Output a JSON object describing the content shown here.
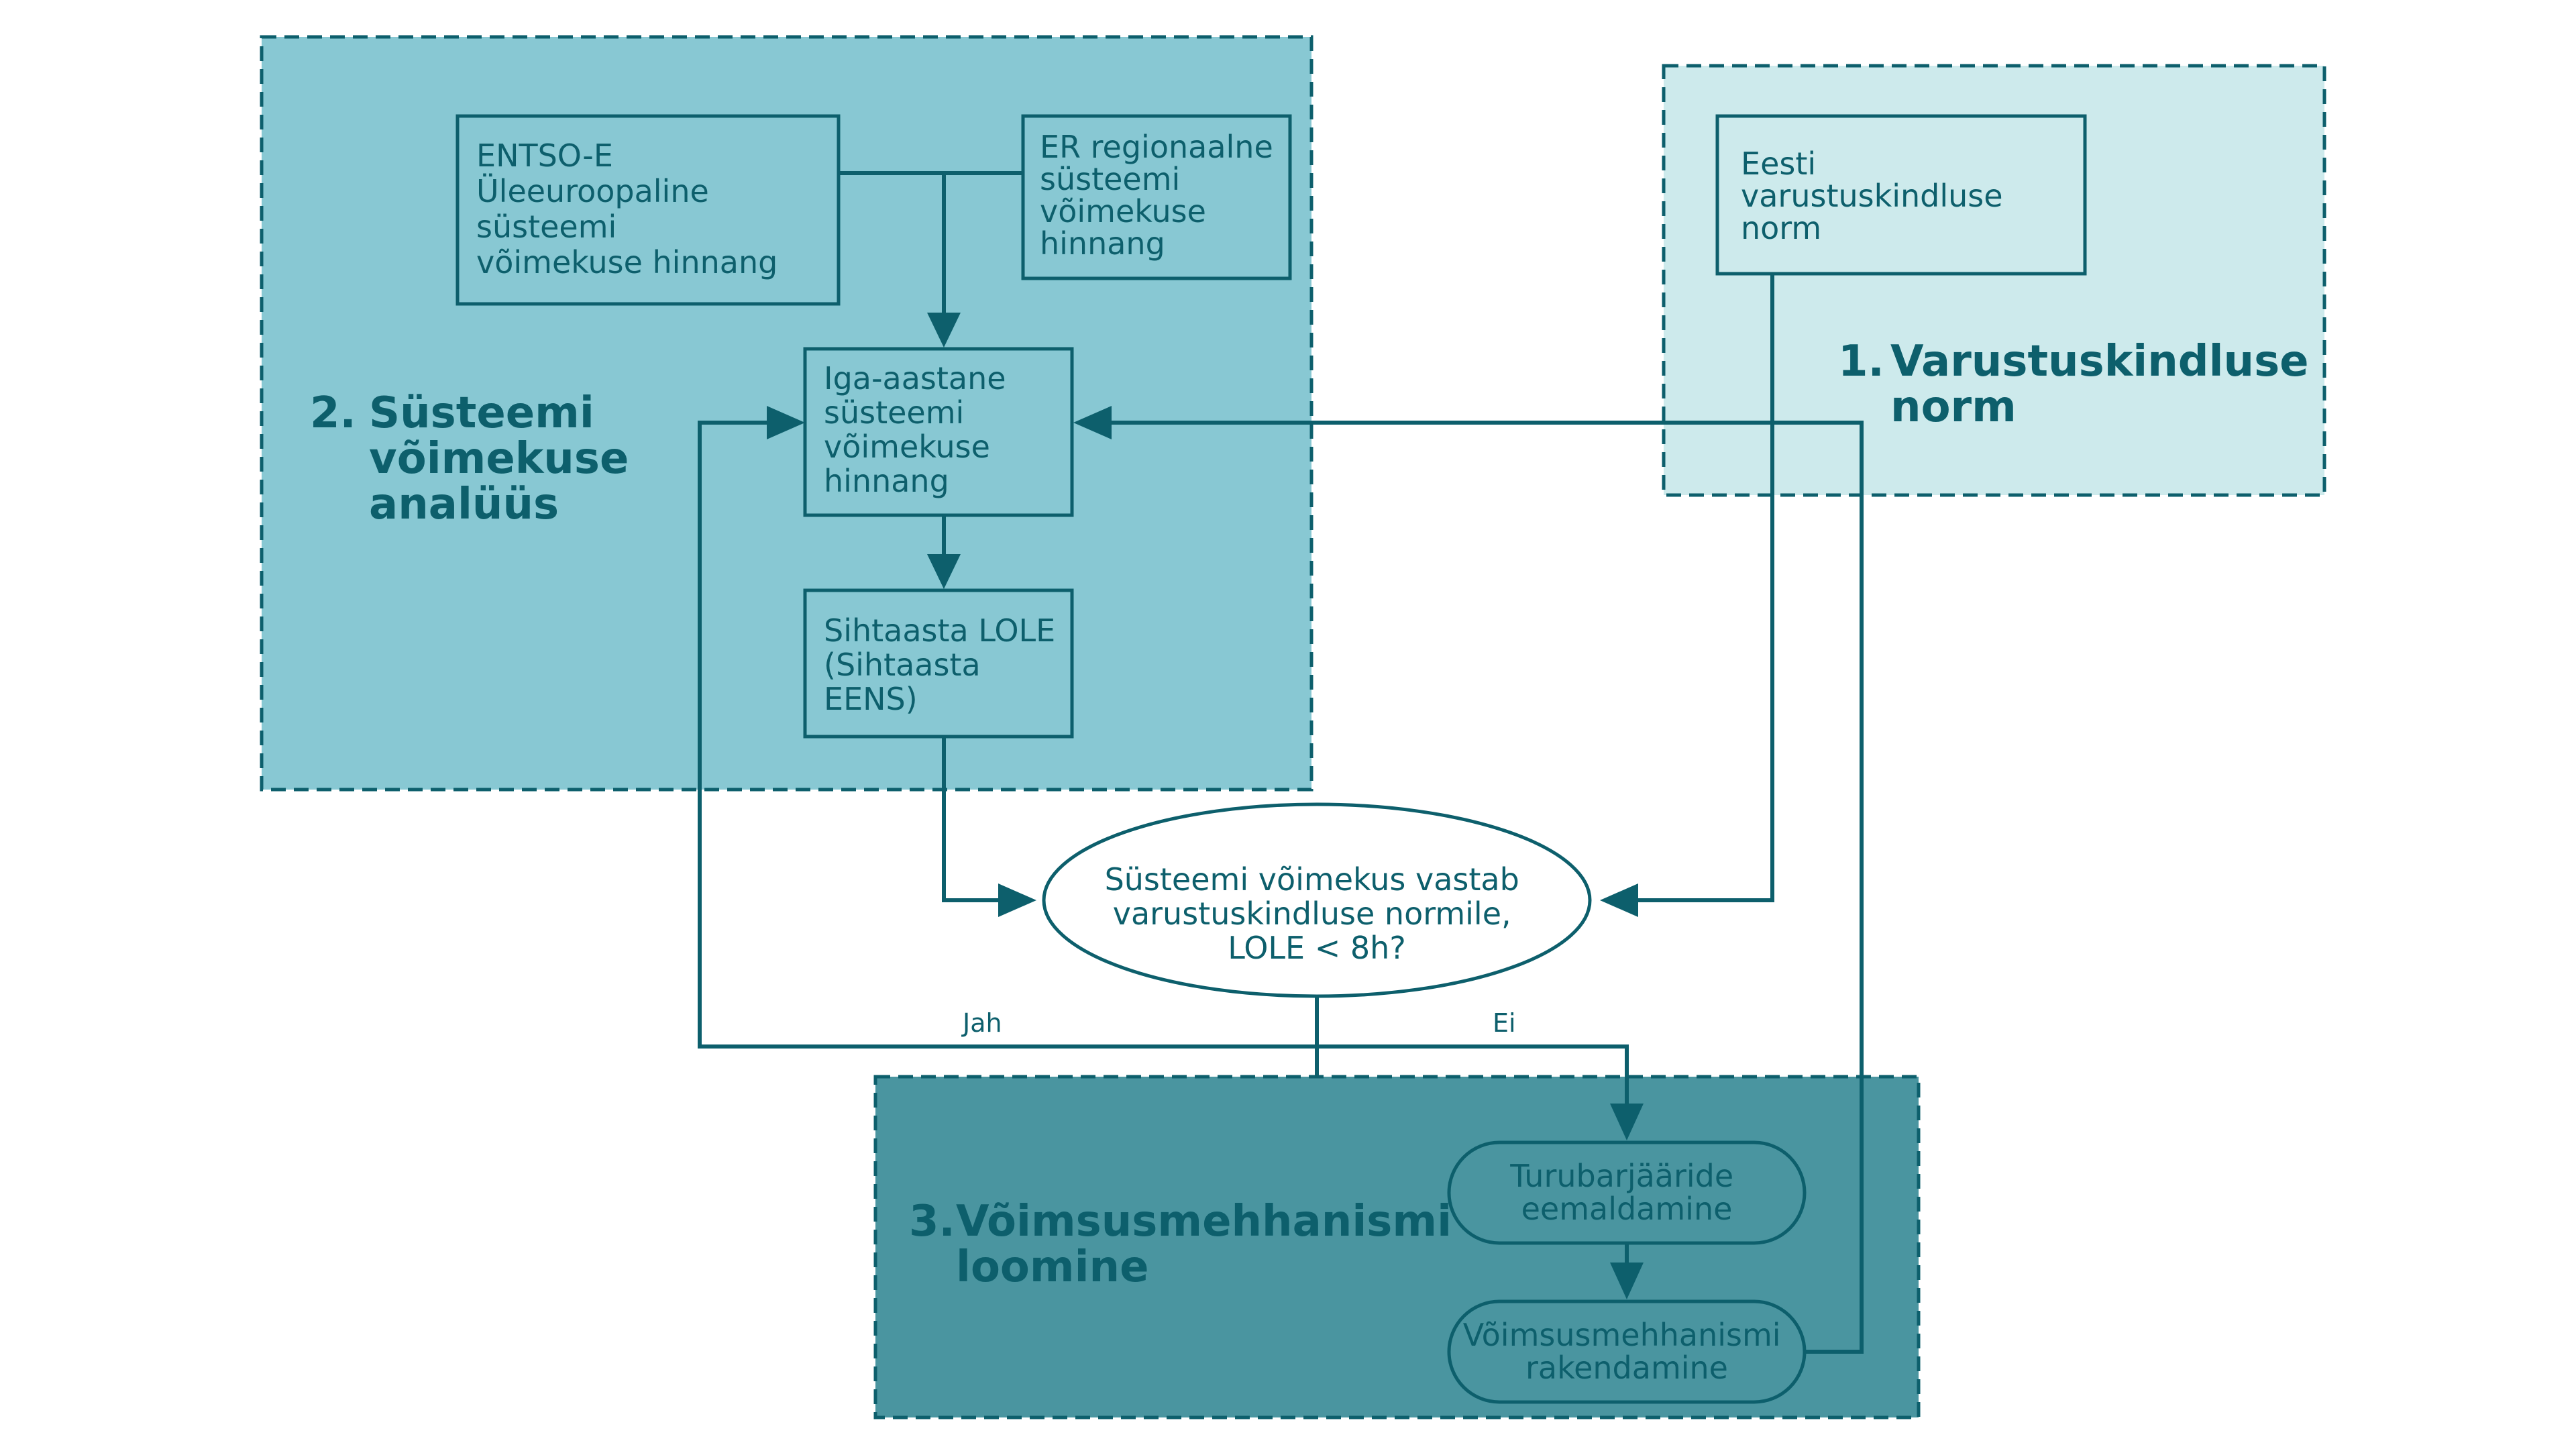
{
  "colors": {
    "region_analysis": "#88c8d3",
    "region_norm": "#cdeaec",
    "region_mechanism": "#4a95a0",
    "stroke": "#0d5f6c",
    "text": "#0d5f6c"
  },
  "regions": {
    "analysis": {
      "number": "2.",
      "title_lines": [
        "Süsteemi",
        "võimekuse",
        "analüüs"
      ]
    },
    "norm": {
      "number": "1.",
      "title_lines": [
        "Varustuskindluse",
        "norm"
      ]
    },
    "mechanism": {
      "number": "3.",
      "title_lines": [
        "Võimsusmehhanismi",
        "loomine"
      ]
    }
  },
  "boxes": {
    "entsoe": {
      "lines": [
        "ENTSO-E",
        "Üleeuroopaline",
        "süsteemi",
        "võimekuse hinnang"
      ]
    },
    "er_regional": {
      "lines": [
        "ER regionaalne",
        "süsteemi",
        "võimekuse",
        "hinnang"
      ]
    },
    "annual": {
      "lines": [
        "Iga-aastane",
        "süsteemi",
        "võimekuse",
        "hinnang"
      ]
    },
    "target_lole": {
      "lines": [
        "Sihtaasta LOLE",
        "(Sihtaasta",
        "EENS)"
      ]
    },
    "estonia_norm": {
      "lines": [
        "Eesti",
        "varustuskindluse",
        "norm"
      ]
    },
    "decision": {
      "lines": [
        "Süsteemi võimekus vastab",
        "varustuskindluse normile,",
        "LOLE < 8h?"
      ]
    },
    "barriers": {
      "lines": [
        "Turubarjääride",
        "eemaldamine"
      ]
    },
    "implementation": {
      "lines": [
        "Võimsusmehhanismi",
        "rakendamine"
      ]
    }
  },
  "branches": {
    "yes": "Jah",
    "no": "Ei"
  }
}
